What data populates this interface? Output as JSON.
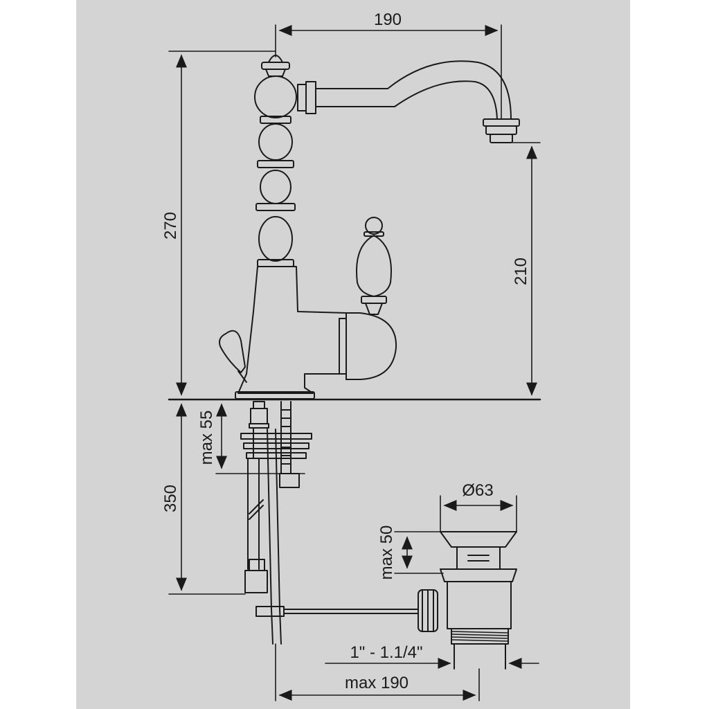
{
  "colors": {
    "panel": "#d4d4d4",
    "line": "#1a1a1a",
    "white_bg": "#ffffff"
  },
  "dimensions": {
    "spout_reach": "190",
    "total_height": "270",
    "spout_height": "210",
    "max_thickness": "max 55",
    "hose_length": "350",
    "drain_diameter": "Ø63",
    "drain_max_height": "max 50",
    "drain_thread": "1\" - 1.1/4\"",
    "drain_max_reach": "max 190"
  }
}
